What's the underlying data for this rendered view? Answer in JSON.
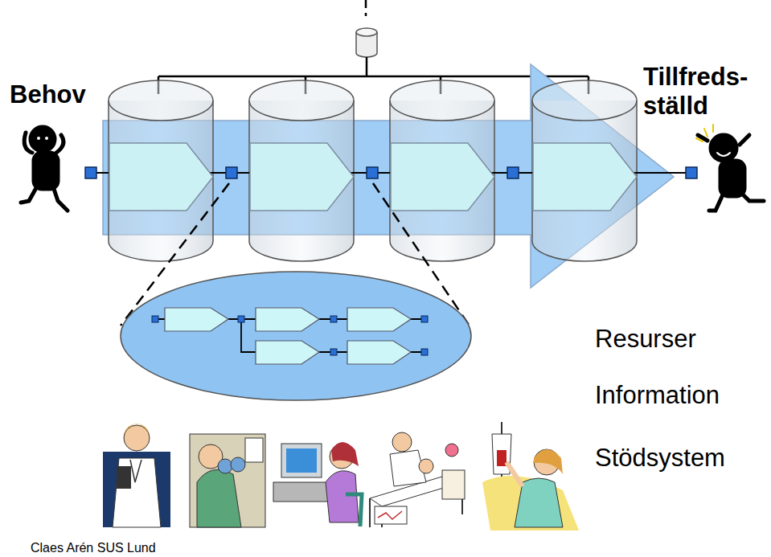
{
  "diagram": {
    "labels": [
      "Behov",
      "Tillfreds- ställd",
      "Resurser",
      "Information",
      "Stödsystem",
      "Claes Arén SUS Lund"
    ]
  }
}
